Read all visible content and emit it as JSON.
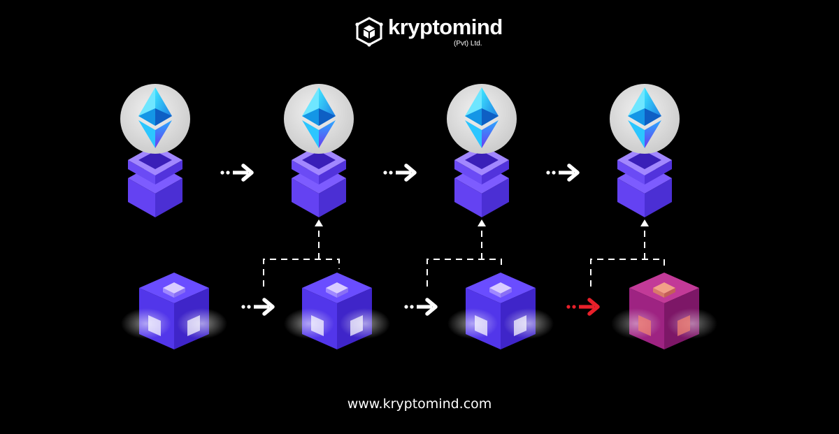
{
  "brand": {
    "name": "kryptomind",
    "suffix": "(Pvt) Ltd.",
    "logo_icon": "cube-logo-icon"
  },
  "footer": {
    "url": "www.kryptomind.com"
  },
  "colors": {
    "background": "#000000",
    "block_violet": "#5a3cf0",
    "block_magenta": "#a3237e",
    "arrow_white": "#ffffff",
    "arrow_red": "#e8202a",
    "coin_disc": "#e6e6e6",
    "eth_blue": "#1fb6ff"
  },
  "diagram": {
    "main_chain": {
      "count": 4,
      "icon": "ethereum-stacked-block-icon"
    },
    "side_chain": {
      "count": 4,
      "icon": "cube-block-icon",
      "last_block_state": "magenta"
    },
    "main_arrows": [
      {
        "color": "white"
      },
      {
        "color": "white"
      },
      {
        "color": "white"
      }
    ],
    "side_arrows": [
      {
        "color": "white"
      },
      {
        "color": "white"
      },
      {
        "color": "red"
      }
    ]
  }
}
